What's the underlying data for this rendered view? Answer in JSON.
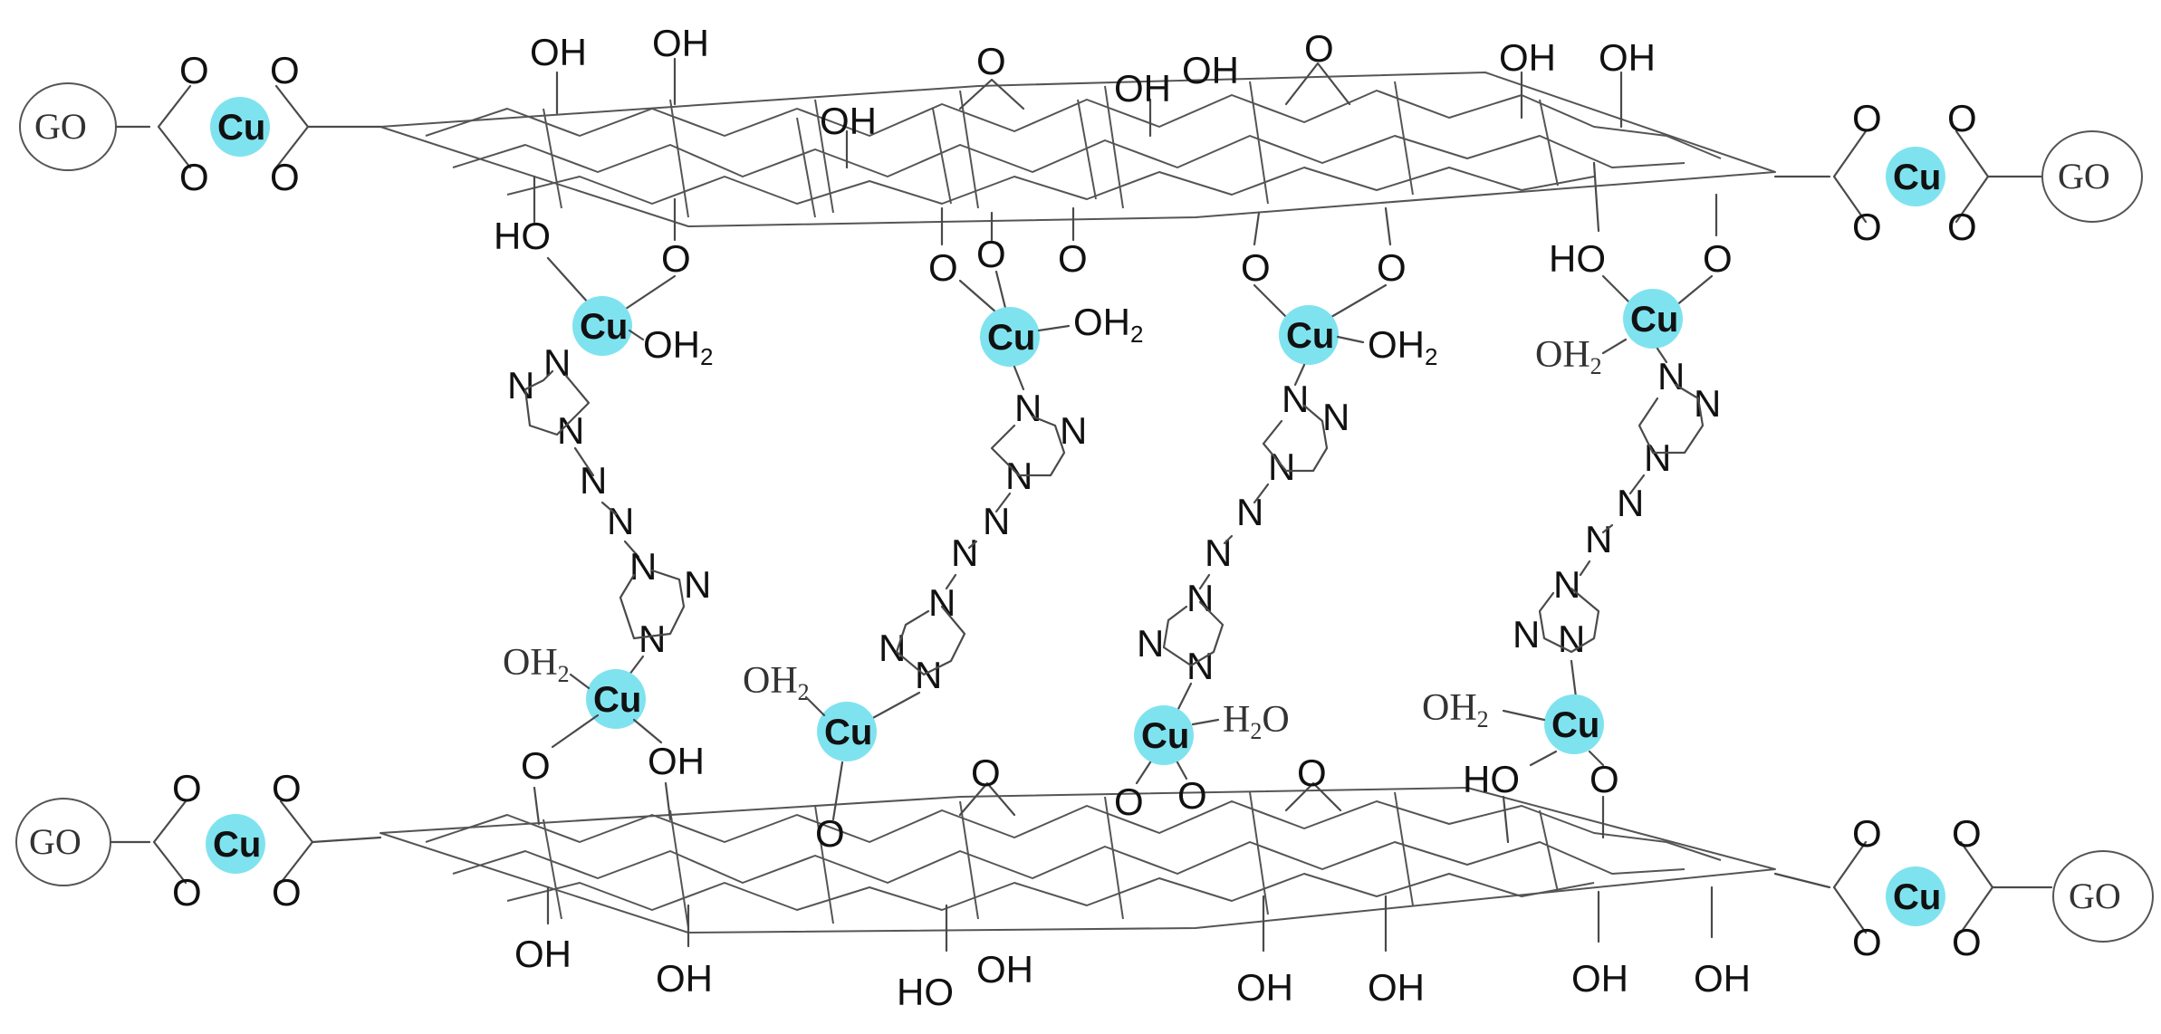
{
  "colors": {
    "copper_highlight": "#7fe3ef",
    "bond": "#4a4a4a",
    "text": "#111111"
  },
  "labels": {
    "copper": "Cu",
    "graphene_oxide": "GO",
    "hydroxyl": "OH",
    "hydroxyl_left": "HO",
    "oxygen": "O",
    "nitrogen": "N",
    "water": "OH",
    "water_subscript": "2",
    "water_left": "OH",
    "water_left_subscript": "2",
    "water_h2o_prefix": "H",
    "water_h2o_subscript": "2",
    "water_h2o_suffix": "O"
  }
}
